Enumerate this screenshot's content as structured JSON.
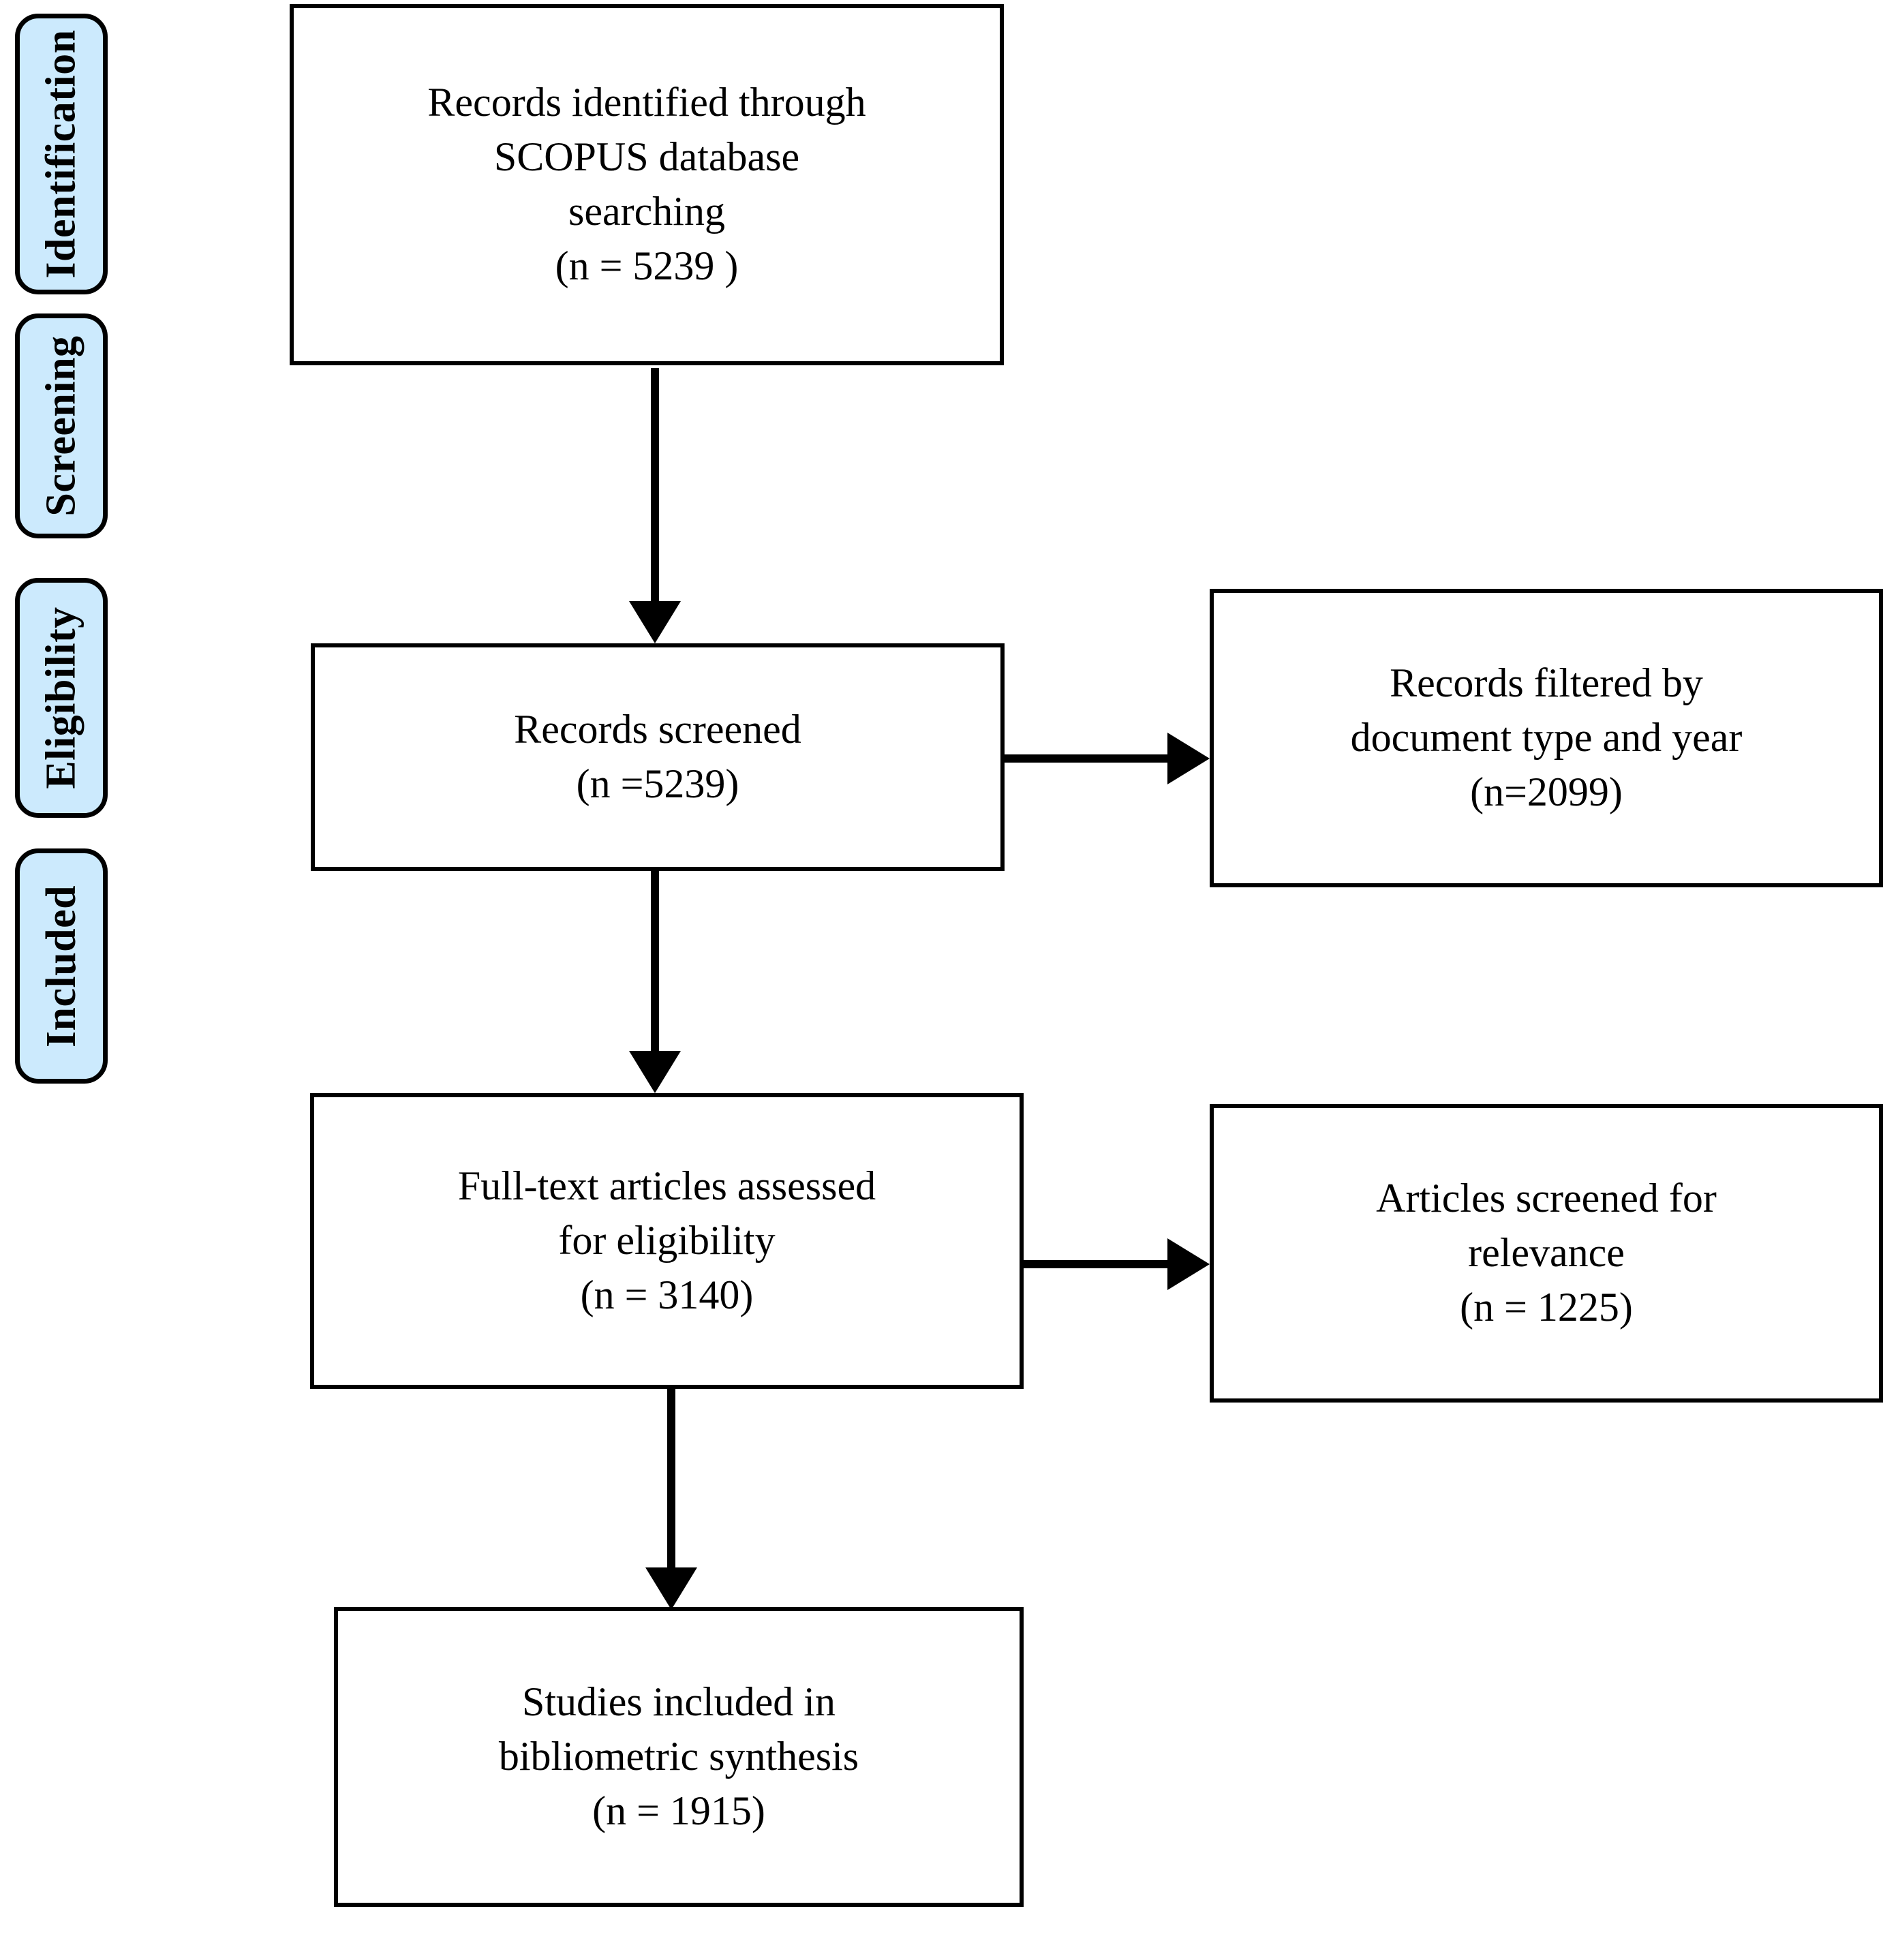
{
  "diagram": {
    "type": "prisma-flow-diagram",
    "title": "PRISMA flow diagram",
    "accent_color": "#cceafd",
    "border_color": "#000000",
    "background_color": "#ffffff"
  },
  "stages": [
    {
      "id": "identification",
      "label": "Identification"
    },
    {
      "id": "screening",
      "label": "Screening"
    },
    {
      "id": "eligibility",
      "label": "Eligibility"
    },
    {
      "id": "included",
      "label": "Included"
    }
  ],
  "boxes": {
    "identified": {
      "text": "Records identified through\nSCOPUS database\nsearching\n(n = 5239 )",
      "count": 5239
    },
    "screened": {
      "text": "Records screened\n(n =5239)",
      "count": 5239
    },
    "filtered": {
      "text": "Records filtered by\ndocument type and year\n(n=2099)",
      "count": 2099
    },
    "fulltext": {
      "text": "Full-text articles assessed\nfor eligibility\n(n = 3140)",
      "count": 3140
    },
    "relevance": {
      "text": "Articles screened for\nrelevance\n(n = 1225)",
      "count": 1225
    },
    "included": {
      "text": "Studies included in\nbibliometric  synthesis\n(n = 1915)",
      "count": 1915
    }
  },
  "arrows": [
    {
      "id": "identified-to-screened",
      "direction": "down"
    },
    {
      "id": "screened-to-filtered",
      "direction": "right"
    },
    {
      "id": "screened-to-fulltext",
      "direction": "down"
    },
    {
      "id": "fulltext-to-relevance",
      "direction": "right"
    },
    {
      "id": "fulltext-to-included",
      "direction": "down"
    }
  ]
}
